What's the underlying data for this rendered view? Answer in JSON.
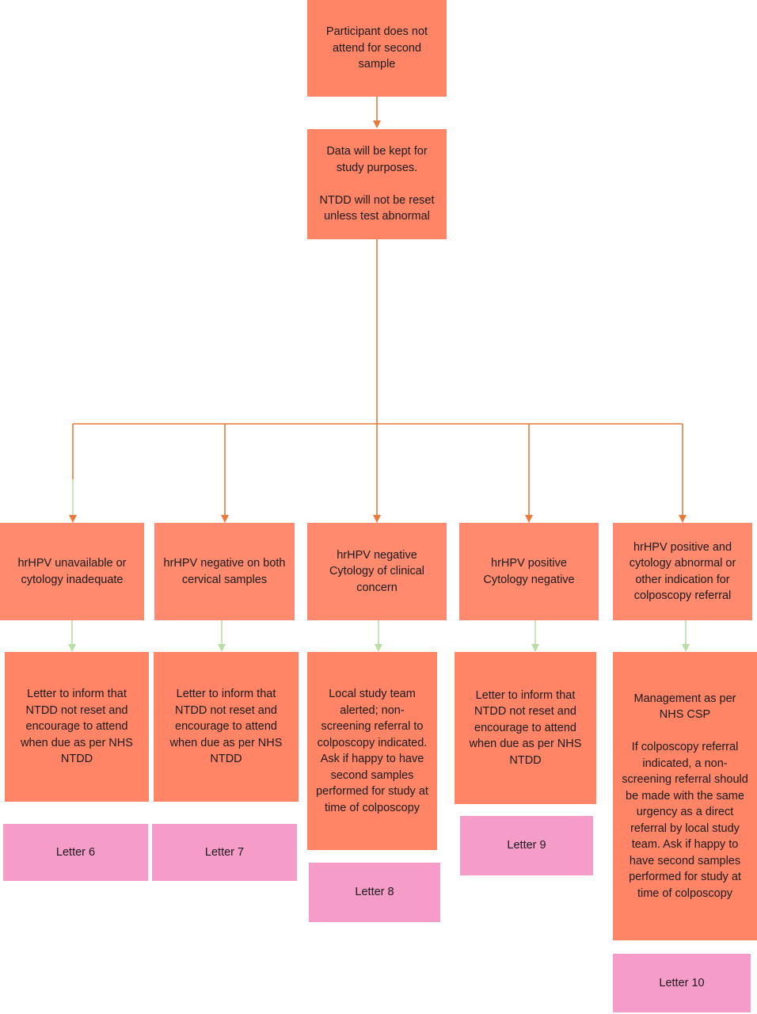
{
  "nodes": {
    "start": "Participant does not attend for second sample",
    "data_kept": "Data will be kept for study purposes.\n\nNTDD will not be reset unless test abnormal",
    "categories": [
      "hrHPV unavailable or cytology inadequate",
      "hrHPV negative on both cervical samples",
      "hrHPV negative\nCytology of clinical concern",
      "hrHPV positive\nCytology negative",
      "hrHPV positive and cytology abnormal or other indication for colposcopy referral"
    ],
    "actions": [
      "Letter to inform that NTDD not reset and encourage to attend when due as per NHS NTDD",
      "Letter to inform that NTDD not reset and encourage to attend when due as per NHS NTDD",
      "Local study team alerted; non-screening referral to colposcopy indicated.  Ask if happy to have second samples performed for study at time of colposcopy",
      "Letter to inform that NTDD not reset and encourage to attend when due as per NHS NTDD",
      "Management as per NHS CSP\n\nIf colposcopy referral indicated, a non-screening referral should be made with the same urgency as a direct referral by local study team. Ask if happy to have second samples performed for study at time of colposcopy"
    ],
    "letters": [
      "Letter 6",
      "Letter 7",
      "Letter 8",
      "Letter 9",
      "Letter 10"
    ]
  },
  "colors": {
    "box_orange": "#ff8566",
    "letter_pink": "#f59cc8",
    "arrow_orange": "#e87a3a",
    "arrow_green": "#b9dfa6"
  }
}
